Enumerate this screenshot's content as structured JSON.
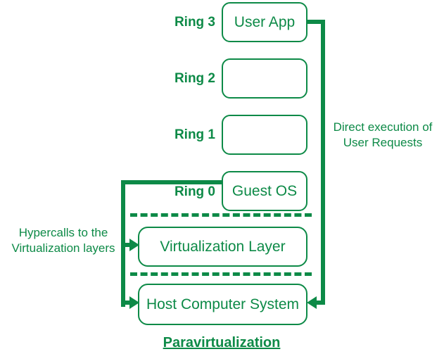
{
  "diagram": {
    "title": "Paravirtualization",
    "accent_color": "#0d8a47",
    "background_color": "#ffffff",
    "rings": [
      {
        "label": "Ring 3",
        "box_text": "User App"
      },
      {
        "label": "Ring 2",
        "box_text": ""
      },
      {
        "label": "Ring 1",
        "box_text": ""
      },
      {
        "label": "Ring 0",
        "box_text": "Guest OS"
      }
    ],
    "stack": [
      {
        "text": "Virtualization Layer"
      },
      {
        "text": "Host Computer System"
      }
    ],
    "annotations": {
      "right": "Direct execution of\nUser Requests",
      "left": "Hypercalls to the\nVirtualization layers"
    }
  }
}
